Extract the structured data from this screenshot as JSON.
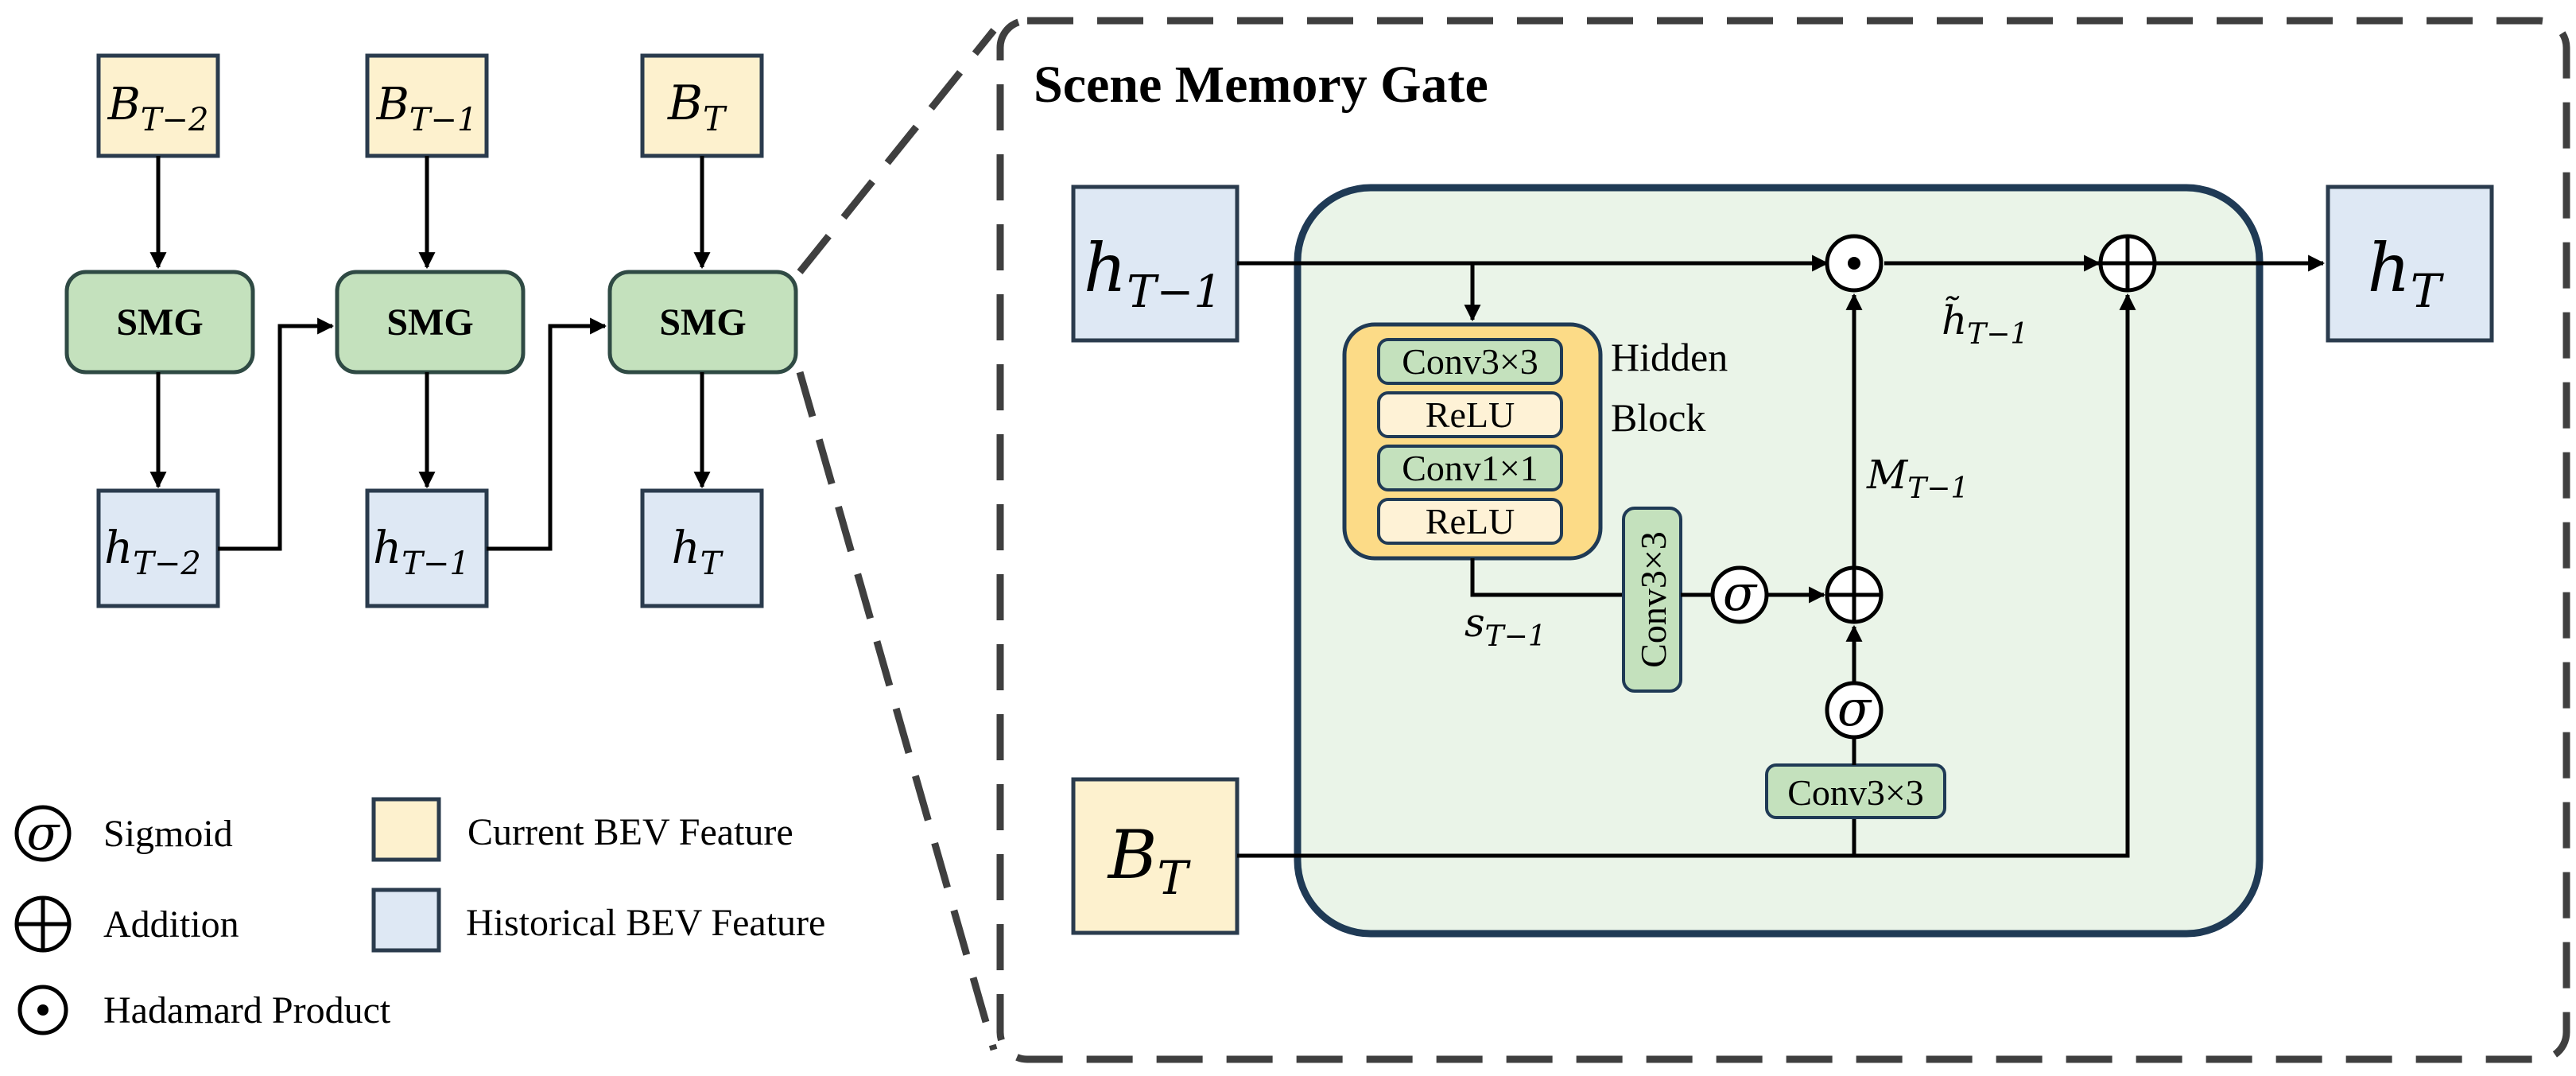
{
  "colors": {
    "current_bev": "#FDF1CE",
    "historical_bev": "#DEE8F4",
    "smg_fill": "#C4E1BD",
    "gate_panel": "#EAF4E8",
    "hidden_block": "#FCDB87",
    "relu_fill": "#FEF2D6",
    "conv_fill": "#C4E1BD",
    "dark_line": "#1F3A55",
    "dash": "#3F3F3F"
  },
  "pipeline": {
    "inputs": [
      "B_{T−2}",
      "B_{T−1}",
      "B_T"
    ],
    "smg_labels": [
      "SMG",
      "SMG",
      "SMG"
    ],
    "outputs": [
      "h_{T−2}",
      "h_{T−1}",
      "h_T"
    ]
  },
  "gate": {
    "title": "Scene Memory Gate",
    "input_h": "h_{T−1}",
    "input_b": "B_T",
    "output_h": "h_T",
    "hidden_block": {
      "layers": [
        "Conv3×3",
        "ReLU",
        "Conv1×1",
        "ReLU"
      ],
      "label_line1": "Hidden",
      "label_line2": "Block"
    },
    "s_label": "s_{T−1}",
    "conv_vertical": "Conv3×3",
    "conv_bottom": "Conv3×3",
    "m_label": "M_{T−1}",
    "h_tilde": "h̃_{T−1}",
    "sigma_symbol": "σ",
    "plus_symbol": "+",
    "dot_symbol": "·"
  },
  "legend": {
    "items": [
      {
        "symbol": "σ",
        "label": "Sigmoid"
      },
      {
        "symbol": "+",
        "label": "Addition"
      },
      {
        "symbol": "·",
        "label": "Hadamard Product"
      }
    ],
    "features": [
      {
        "label": "Current BEV Feature",
        "color": "#FDF1CE"
      },
      {
        "label": "Historical BEV Feature",
        "color": "#DEE8F4"
      }
    ]
  }
}
